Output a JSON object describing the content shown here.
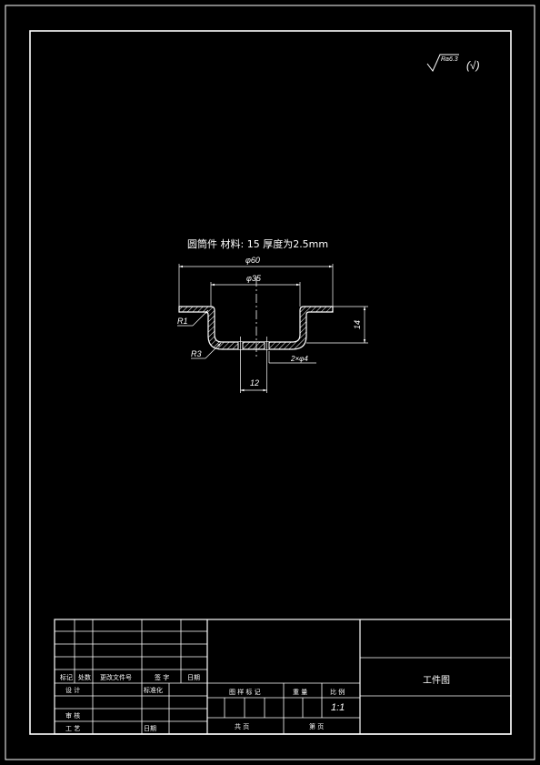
{
  "drawing": {
    "title": "圆筒件 材料: 15 厚度为2.5mm",
    "roughness": {
      "value": "Ra6.3",
      "suffix": "(√)"
    },
    "dimensions": {
      "outer_diameter": "φ60",
      "inner_diameter": "φ35",
      "height": "14",
      "hole_spacing": "12",
      "holes": "2×φ4",
      "radius_flange": "R1",
      "radius_bottom": "R3"
    }
  },
  "title_block": {
    "headers": {
      "mark": "标记",
      "count": "处数",
      "change_doc": "更改文件号",
      "signature": "签 字",
      "date": "日期",
      "design": "设 计",
      "standardize": "标准化",
      "review": "审 核",
      "process": "工 艺",
      "date2": "日期",
      "stage_mark": "图 样 标 记",
      "weight": "重 量",
      "scale": "比 例",
      "total": "共    页",
      "sheet": "第    页"
    },
    "scale_value": "1:1",
    "drawing_name": "工件图"
  }
}
